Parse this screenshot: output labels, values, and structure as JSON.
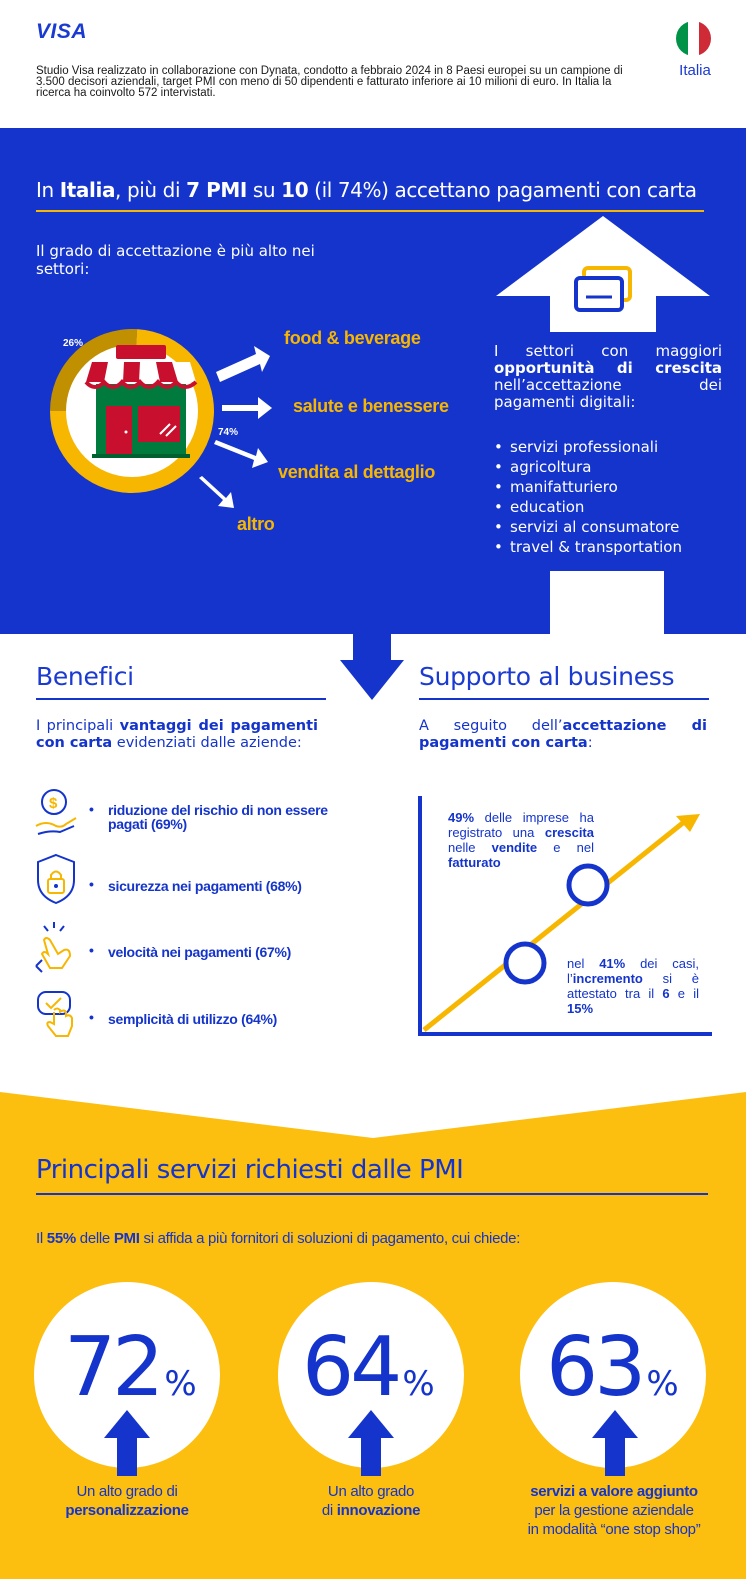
{
  "header": {
    "logo": "VISA",
    "intro": "Studio Visa realizzato in collaborazione con Dynata, condotto a febbraio 2024 in 8 Paesi europei su un campione di 3.500 decisori aziendali, target PMI con meno di 50 dipendenti e fatturato inferiore ai 10 milioni di euro. In Italia la ricerca ha coinvolto 572 intervistati.",
    "country": "Italia",
    "flag_colors": [
      "#009246",
      "#ffffff",
      "#ce2b37"
    ]
  },
  "acceptance": {
    "headline": {
      "p1": "In ",
      "country": "Italia",
      "p2": ", più di ",
      "n1": "7 PMI",
      "p3": " su ",
      "n2": "10",
      "p4": " (il 74%) accettano pagamenti con carta"
    },
    "grade_text": "Il grado di accettazione è più alto nei settori:",
    "donut": {
      "accept_label": "74%",
      "other_label": "26%",
      "accept_value": 74,
      "other_value": 26
    },
    "sectors": [
      "food & beverage",
      "salute e benessere",
      "vendita al dettaglio",
      "altro"
    ],
    "opportunities": {
      "p1": "I settori con maggiori ",
      "bold": "opportunità di crescita",
      "p2": " nell’accettazione dei pagamenti digitali:",
      "items": [
        "servizi professionali",
        "agricoltura",
        "manifatturiero",
        "education",
        "servizi al consumatore",
        "travel & transportation"
      ]
    }
  },
  "benefici": {
    "title": "Benefici",
    "intro": {
      "p1": "I principali ",
      "bold": "vantaggi dei pagamenti con carta",
      "p2": " evidenziati dalle aziende:"
    },
    "items": [
      {
        "text": "riduzione del rischio di non essere pagati (69%)",
        "icon": "coin-hand-icon"
      },
      {
        "text": "sicurezza nei pagamenti (68%)",
        "icon": "shield-lock-icon"
      },
      {
        "text": "velocità nei pagamenti (67%)",
        "icon": "tap-hand-icon"
      },
      {
        "text": "semplicità di utilizzo (64%)",
        "icon": "check-hand-icon"
      }
    ]
  },
  "supporto": {
    "title": "Supporto al business",
    "intro": {
      "p1": "A seguito dell’",
      "bold": "accettazione di pagamenti con carta",
      "p2": ":"
    },
    "label1": {
      "n": "49%",
      "p1": " delle imprese ha registrato una ",
      "b1": "crescita",
      "p2": " nelle ",
      "b2": "vendite",
      "p3": " e nel ",
      "b3": "fatturato"
    },
    "label2": {
      "p1": "nel ",
      "n": "41%",
      "p2": " dei casi, l’",
      "b1": "incremento",
      "p3": " si è attestato tra il ",
      "n2": "6",
      "p4": " e il ",
      "n3": "15%"
    }
  },
  "services": {
    "title": "Principali servizi richiesti dalle PMI",
    "intro": {
      "p1": "Il ",
      "n": "55%",
      "p2": " delle ",
      "b": "PMI",
      "p3": " si affida a più fornitori di soluzioni di pagamento, cui chiede:"
    },
    "stats": [
      {
        "value": "72",
        "unit": "%",
        "line1": "Un alto grado di",
        "bold": "personalizzazione",
        "line3": ""
      },
      {
        "value": "64",
        "unit": "%",
        "line1": "Un alto grado",
        "pre": "di ",
        "bold": "innovazione",
        "line3": ""
      },
      {
        "value": "63",
        "unit": "%",
        "bold": "servizi a valore aggiunto",
        "line2": "per la gestione aziendale",
        "line3": "in modalità “one stop shop”"
      }
    ]
  },
  "colors": {
    "blue": "#1434cb",
    "yellow": "#fcbe0f",
    "gold": "#f7b600",
    "olive": "#c09000"
  }
}
